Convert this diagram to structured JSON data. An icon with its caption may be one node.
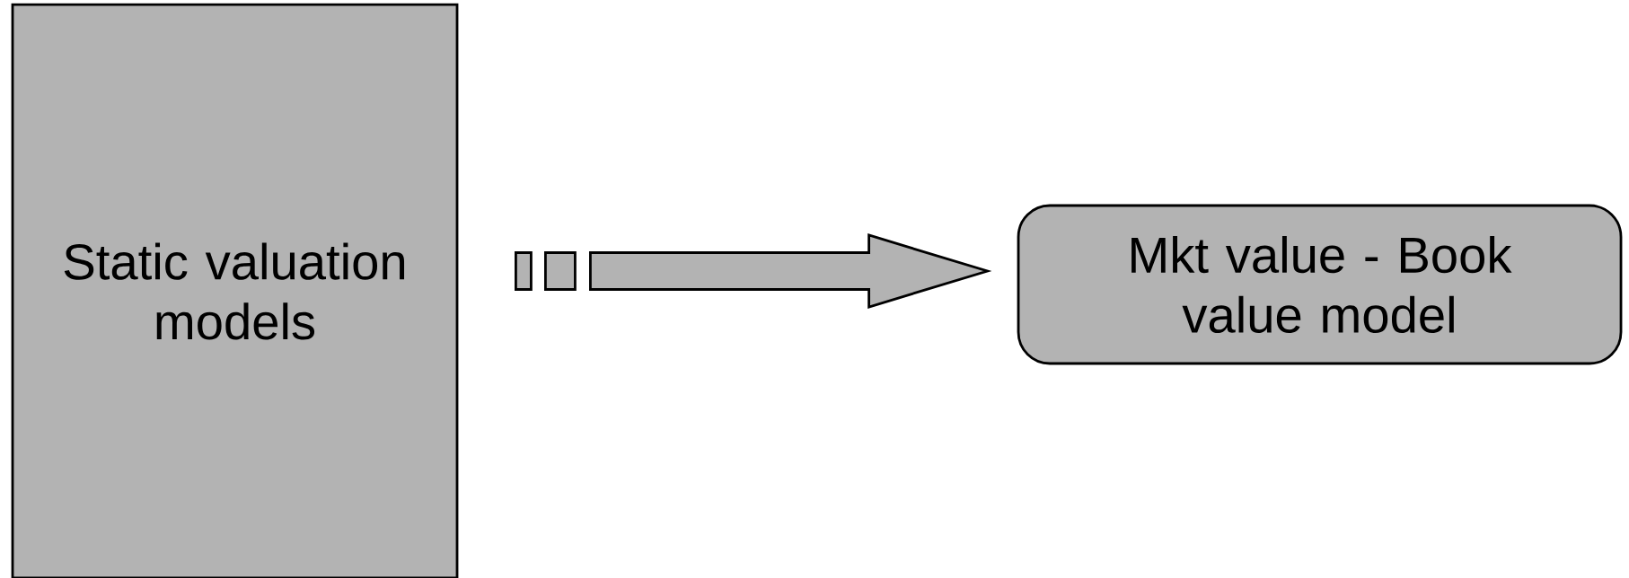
{
  "diagram": {
    "nodes": [
      {
        "text": [
          "Static valuation models"
        ]
      },
      {
        "text": [
          "Mkt value - Book value model"
        ]
      }
    ],
    "edges": [
      {
        "from": 0,
        "to": 1,
        "arrow": "to"
      }
    ]
  }
}
